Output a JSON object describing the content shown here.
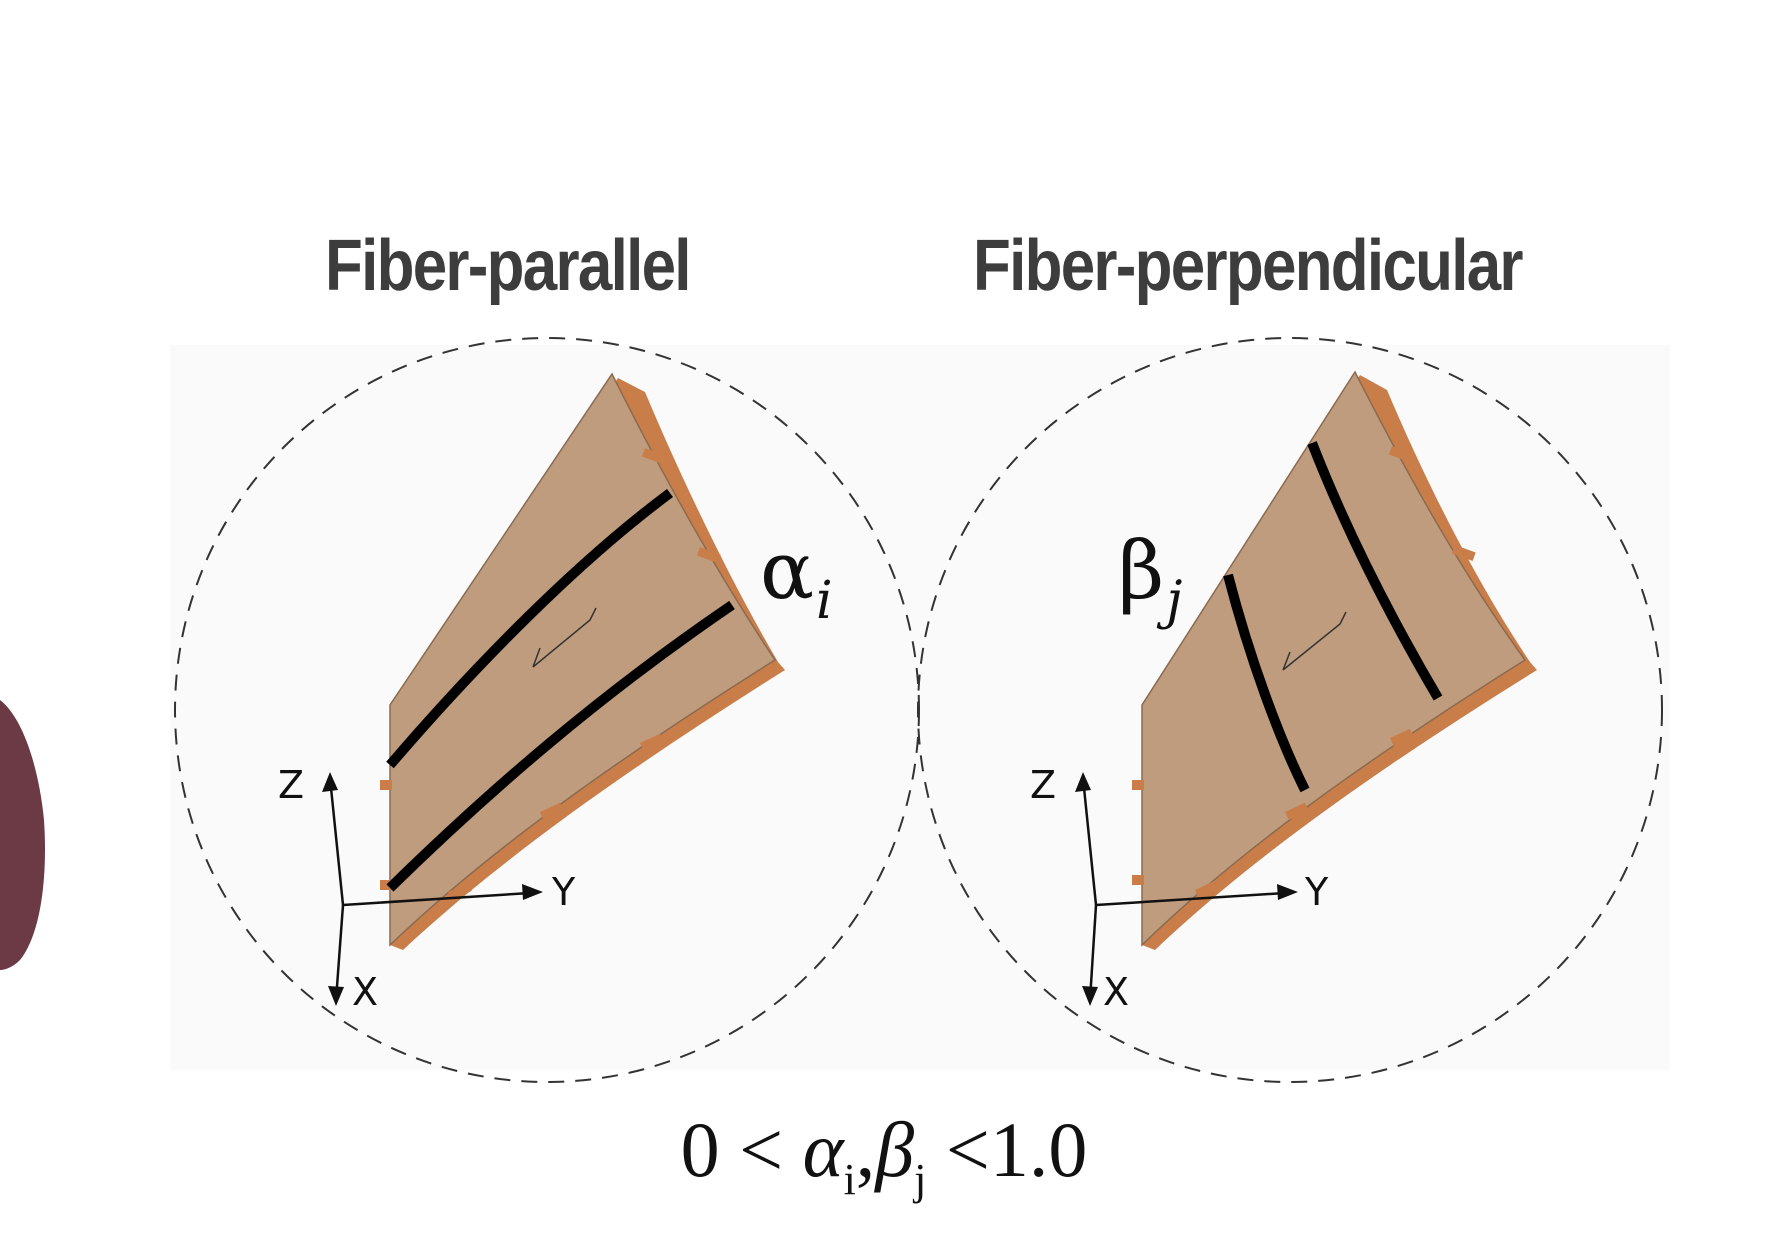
{
  "panels": {
    "left": {
      "title": "Fiber-parallel",
      "parameter": {
        "symbol": "α",
        "subscript": "i"
      },
      "axes": {
        "z": "Z",
        "y": "Y",
        "x": "X"
      }
    },
    "right": {
      "title": "Fiber-perpendicular",
      "parameter": {
        "symbol": "β",
        "subscript": "j"
      },
      "axes": {
        "z": "Z",
        "y": "Y",
        "x": "X"
      }
    }
  },
  "equation": {
    "lower": "0",
    "lt1": "<",
    "alpha": "α",
    "alpha_sub": "i",
    "comma": ",",
    "beta": "β",
    "beta_sub": "j",
    "lt2": "<",
    "upper": "1.0"
  },
  "colors": {
    "sheet_face": "#bf9c7d",
    "sheet_edge": "#c97e4a",
    "fiber_line": "#000000",
    "title": "#3d3d3d",
    "dashed_circle": "#333333",
    "side_object": "#6b3a45"
  }
}
